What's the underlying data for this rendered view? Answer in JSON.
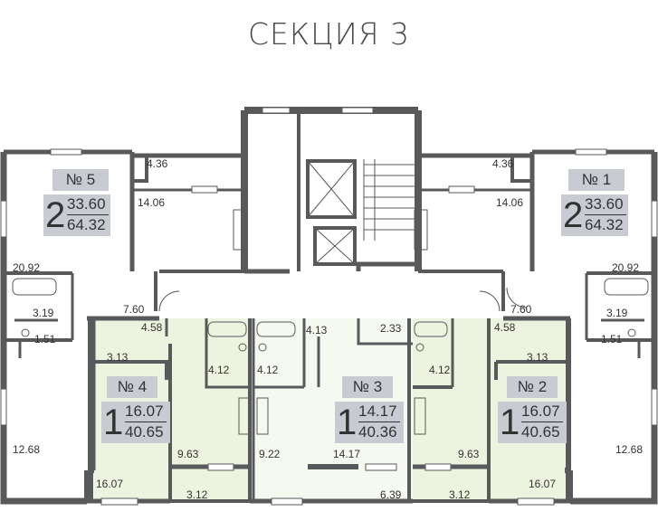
{
  "title": "СЕКЦИЯ 3",
  "colors": {
    "wall": "#58595b",
    "apartment_fill": "#eef3df",
    "apartment_fill_light": "#f6f9ef",
    "badge": "#c9cbd3"
  },
  "apartments": [
    {
      "number": "№ 5",
      "rooms": "2",
      "living": "33.60",
      "total": "64.32"
    },
    {
      "number": "№ 1",
      "rooms": "2",
      "living": "33.60",
      "total": "64.32"
    },
    {
      "number": "№ 4",
      "rooms": "1",
      "living": "16.07",
      "total": "40.65"
    },
    {
      "number": "№ 3",
      "rooms": "1",
      "living": "14.17",
      "total": "40.36"
    },
    {
      "number": "№ 2",
      "rooms": "1",
      "living": "16.07",
      "total": "40.65"
    }
  ],
  "rooms": {
    "l_kitchen": "4.36",
    "l_room": "14.06",
    "l_big": "20.92",
    "l_hall": "7.60",
    "l_bath": "3.19",
    "l_wc": "1.51",
    "l_lower": "12.68",
    "r_kitchen": "4.36",
    "r_room": "14.06",
    "r_big": "20.92",
    "r_hall": "7.60",
    "r_bath": "3.19",
    "r_wc": "1.51",
    "r_lower": "12.68",
    "a4_hall": "4.58",
    "a4_store": "3.13",
    "a4_bath": "4.12",
    "a4_kitchen": "9.63",
    "a4_room": "16.07",
    "a4_loggia": "3.12",
    "a3_bath": "4.12",
    "a3_hall": "4.13",
    "a3_store": "2.33",
    "a3_kitchen": "9.22",
    "a3_room": "14.17",
    "a3_loggia": "6.39",
    "a2_hall": "4.58",
    "a2_store": "3.13",
    "a2_bath": "4.12",
    "a2_kitchen": "9.63",
    "a2_room": "16.07",
    "a2_loggia": "3.12"
  }
}
